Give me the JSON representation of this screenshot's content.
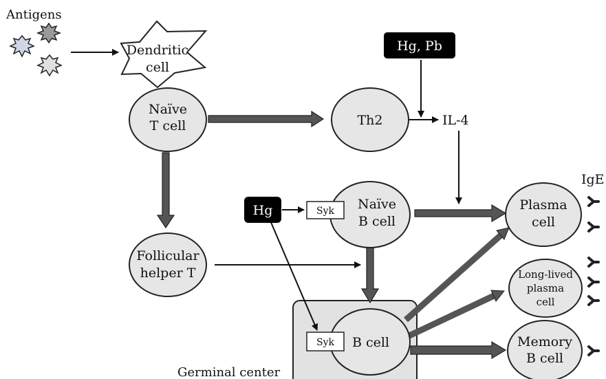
{
  "colors": {
    "node_fill": "#e6e6e6",
    "stroke": "#222222",
    "thick_arrow": "#555555",
    "metal_box": "#000000",
    "germinal_fill": "#e2e2e2"
  },
  "labels": {
    "antigens": "Antigens",
    "dendritic_1": "Dendritic",
    "dendritic_2": "cell",
    "naive_t_1": "Naïve",
    "naive_t_2": "T cell",
    "th2": "Th2",
    "hg_pb": "Hg, Pb",
    "il4": "IL-4",
    "ige": "IgE",
    "hg": "Hg",
    "syk_top": "Syk",
    "naive_b_1": "Naïve",
    "naive_b_2": "B cell",
    "plasma_1": "Plasma",
    "plasma_2": "cell",
    "follicular_1": "Follicular",
    "follicular_2": "helper T",
    "longlived_1": "Long-lived",
    "longlived_2": "plasma",
    "longlived_3": "cell",
    "syk_bottom": "Syk",
    "bcell": "B cell",
    "memory_1": "Memory",
    "memory_2": "B cell",
    "germinal": "Germinal center"
  },
  "icons": {
    "antigen": "antigen-star-icon",
    "antibody": "antibody-y-icon"
  }
}
